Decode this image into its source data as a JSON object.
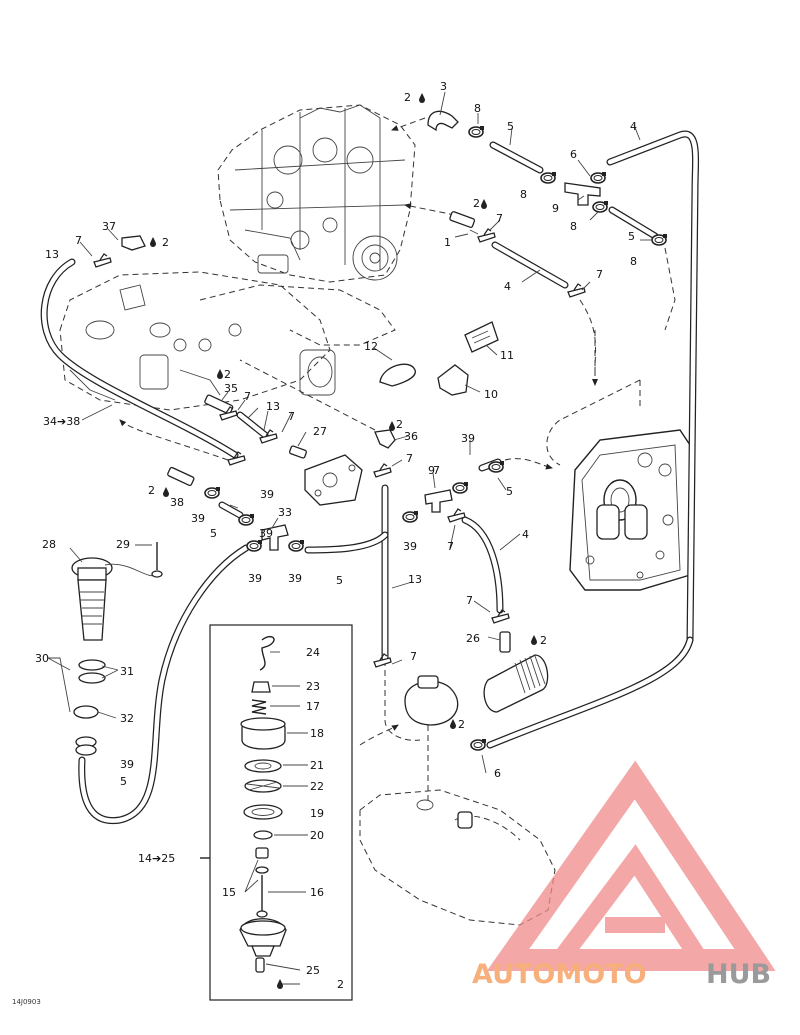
{
  "diagram": {
    "callouts": {
      "c01": "1",
      "c02": "2",
      "c02b": "2",
      "c02c": "2",
      "c02d": "2",
      "c02e": "2",
      "c02f": "2",
      "c02g": "2",
      "c03": "3",
      "c04a": "4",
      "c04b": "4",
      "c04c": "4",
      "c05a": "5",
      "c05b": "5",
      "c05c": "5",
      "c05d": "5",
      "c05e": "5",
      "c05f": "5",
      "c06a": "6",
      "c06b": "6",
      "c07a": "7",
      "c07b": "7",
      "c07c": "7",
      "c07d": "7",
      "c07e": "7",
      "c07f": "7",
      "c07g": "7",
      "c07h": "7",
      "c07i": "7",
      "c07j": "7",
      "c08a": "8",
      "c08b": "8",
      "c08c": "8",
      "c08d": "8",
      "c09a": "9",
      "c09b": "9",
      "c10": "10",
      "c11": "11",
      "c12": "12",
      "c13a": "13",
      "c13b": "13",
      "c13c": "13",
      "c14_25": "14➔25",
      "c15": "15",
      "c16": "16",
      "c17": "17",
      "c18": "18",
      "c19": "19",
      "c20": "20",
      "c21": "21",
      "c22": "22",
      "c23": "23",
      "c24": "24",
      "c25": "25",
      "c26": "26",
      "c27": "27",
      "c28": "28",
      "c29": "29",
      "c30": "30",
      "c31": "31",
      "c32": "32",
      "c33": "33",
      "c34_38": "34➔38",
      "c35": "35",
      "c36": "36",
      "c37": "37",
      "c38": "38",
      "c39a": "39",
      "c39b": "39",
      "c39c": "39",
      "c39d": "39",
      "c39e": "39",
      "c39f": "39",
      "c39g": "39"
    },
    "figure_code": "14J0903"
  },
  "watermark": {
    "part1": "AUTOMOTO",
    "part2": "HUB",
    "logo_color": "#f08a8a",
    "text_color_1": "#f7b07c",
    "text_color_2": "#9a9a9a"
  },
  "icons": {
    "lubricant_drop": "drop-icon",
    "flow_arrow": "arrow-icon"
  }
}
